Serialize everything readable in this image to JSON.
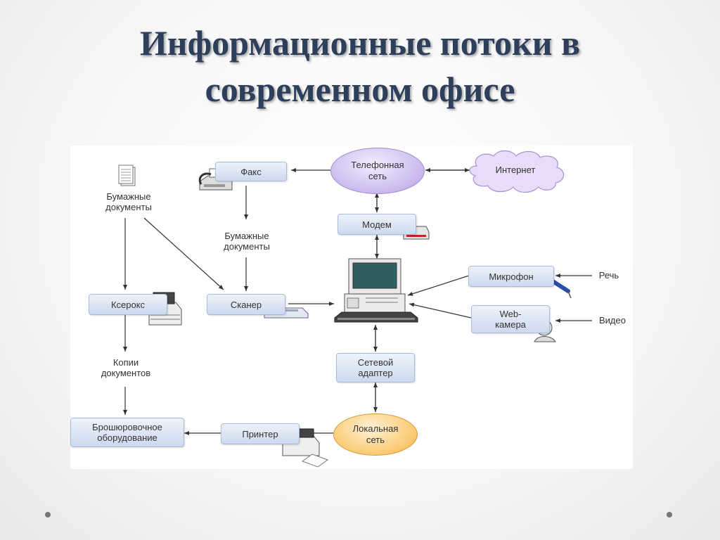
{
  "title": {
    "line1": "Информационные потоки в",
    "line2": "современном офисе"
  },
  "diagram": {
    "nodes": {
      "fax": "Факс",
      "phone_network": [
        "Телефонная",
        "сеть"
      ],
      "internet": "Интернет",
      "modem": "Модем",
      "paper_docs_left": [
        "Бумажные",
        "документы"
      ],
      "paper_docs_mid": [
        "Бумажные",
        "документы"
      ],
      "xerox": "Ксерокс",
      "scanner": "Сканер",
      "microphone": "Микрофон",
      "speech": "Речь",
      "webcam": [
        "Web-",
        "камера"
      ],
      "video": "Видео",
      "network_adapter": [
        "Сетевой",
        "адаптер"
      ],
      "copies": [
        "Копии",
        "документов"
      ],
      "binding": [
        "Брошюровочное",
        "оборудование"
      ],
      "printer": "Принтер",
      "lan": [
        "Локальная",
        "сеть"
      ]
    },
    "colors": {
      "box_fill": "#cdd9ee",
      "arrow": "#333333",
      "phone_ellipse": "#c9b9ee",
      "lan_ellipse": "#fac96f",
      "title": "#2e3f5c"
    }
  }
}
